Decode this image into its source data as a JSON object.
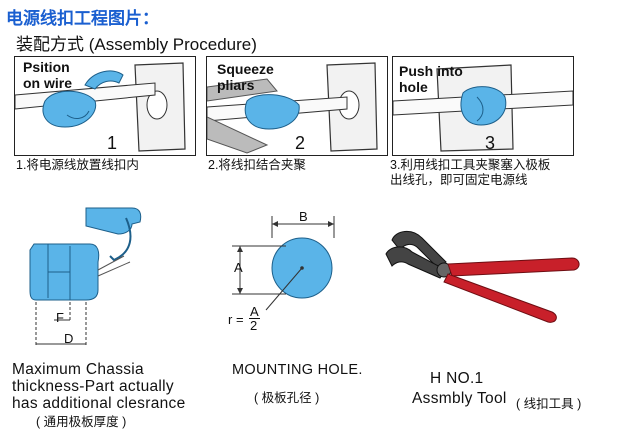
{
  "header": {
    "title": "电源线扣工程图片：",
    "subtitle": "装配方式 (Assembly Procedure)"
  },
  "steps": [
    {
      "label": "Psition\non wire",
      "number": "1",
      "caption": "1.将电源线放置线扣内"
    },
    {
      "label": "Squeeze\npliars",
      "number": "2",
      "caption": "2.将线扣结合夹聚"
    },
    {
      "label": "Push into\nhole",
      "number": "3",
      "caption": "3.利用线扣工具夹聚塞入极板\n出线孔，即可固定电源线"
    }
  ],
  "diagrams": {
    "chassis": {
      "dim_f": "F",
      "dim_d": "D",
      "caption": "Maximum Chassia\nthickness-Part actually\nhas additional clesrance",
      "caption_cn": "( 通用极板厚度 )"
    },
    "hole": {
      "dim_b": "B",
      "dim_a": "A",
      "radius_prefix": "r =",
      "radius_num": "A",
      "radius_den": "2",
      "caption": "MOUNTING HOLE.",
      "caption_cn": "( 极板孔径 )"
    },
    "tool": {
      "model": "H  NO.1",
      "caption": "Assmbly Tool",
      "caption_cn": "( 线扣工具 )"
    }
  },
  "colors": {
    "accent_title": "#1a5fd0",
    "part_blue": "#5ab4e8",
    "handle_red": "#c8202a"
  }
}
